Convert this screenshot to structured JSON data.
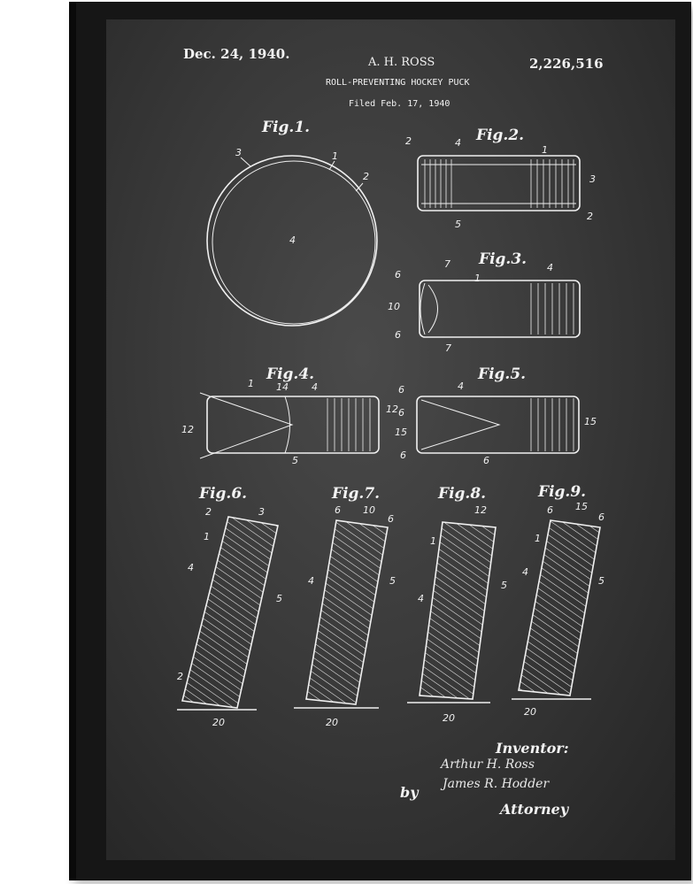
{
  "patent": {
    "date": "Dec. 24, 1940.",
    "inventor_header": "A. H. ROSS",
    "number": "2,226,516",
    "title": "ROLL-PREVENTING HOCKEY PUCK",
    "filed": "Filed Feb. 17, 1940"
  },
  "figures": {
    "fig1": "Fig.1.",
    "fig2": "Fig.2.",
    "fig3": "Fig.3.",
    "fig4": "Fig.4.",
    "fig5": "Fig.5.",
    "fig6": "Fig.6.",
    "fig7": "Fig.7.",
    "fig8": "Fig.8.",
    "fig9": "Fig.9."
  },
  "signature": {
    "inventor_label": "Inventor:",
    "inventor_name": "Arthur H. Ross",
    "by": "by",
    "attorney_name": "James R. Hodder",
    "attorney_label": "Attorney"
  },
  "colors": {
    "chalk": "#f2f2f2",
    "board": "#3a3a3a",
    "frame": "#161616"
  }
}
